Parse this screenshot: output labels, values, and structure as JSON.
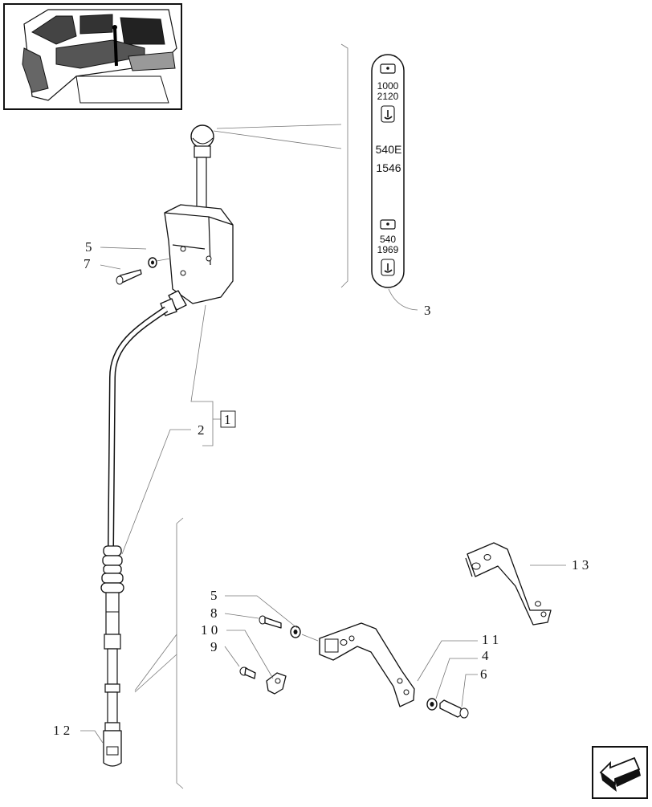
{
  "callouts": {
    "c1": "1",
    "c2": "2",
    "c3": "3",
    "c4": "4",
    "c5a": "5",
    "c5b": "5",
    "c6": "6",
    "c7": "7",
    "c8": "8",
    "c9": "9",
    "c10": "1 0",
    "c11": "1 1",
    "c12": "1 2",
    "c13": "1 3"
  },
  "plate": {
    "upper_speed": "1000",
    "upper_rpm": "2120",
    "mid_speed": "540E",
    "mid_rpm": "1546",
    "lower_speed": "540",
    "lower_rpm": "1969"
  },
  "icons": {
    "inset": "tractor-cab-location-icon",
    "nav": "next-page-arrow-icon"
  }
}
